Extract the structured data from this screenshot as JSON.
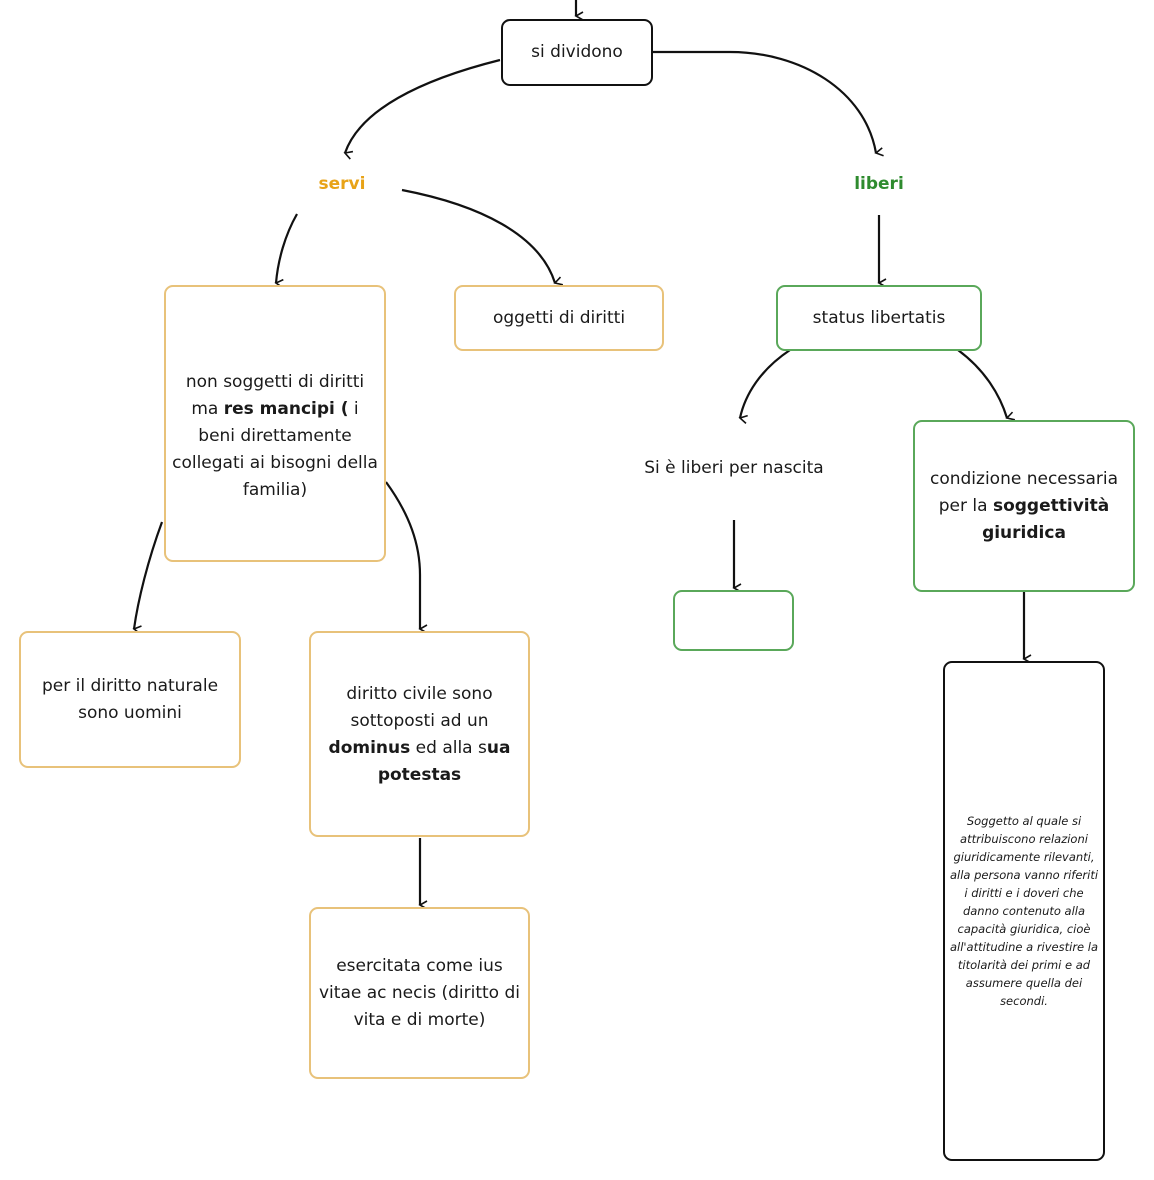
{
  "colors": {
    "edge": "#111111",
    "servi": "#e8a317",
    "liberi": "#2e8b2e",
    "orange_border": "#e8c27a",
    "green_border": "#5aa85a"
  },
  "root": {
    "label": "si dividono"
  },
  "servi": {
    "label": "servi",
    "oggetti": "oggetti di diritti",
    "non_soggetti": {
      "p1": "non soggetti di diritti ma ",
      "b1": "res mancipi (",
      "p2": " i beni direttamente collegati ai bisogni della familia)"
    },
    "naturale": "per il diritto naturale sono uomini",
    "civile": {
      "p1": "diritto civile sono sottoposti ad un ",
      "b1": "dominus",
      "p2": " ed alla s",
      "b2": "ua potestas"
    },
    "ius": "esercitata come ius vitae ac necis (diritto di vita e di morte)"
  },
  "liberi": {
    "label": "liberi",
    "status": "status libertatis",
    "nascita": "Si è liberi per nascita",
    "empty_box": "",
    "condizione": {
      "p1": "condizione necessaria per la ",
      "b1": "soggettività giuridica"
    },
    "soggetto": "Soggetto al quale si attribuiscono relazioni giuridicamente rilevanti, alla persona vanno riferiti i diritti e i doveri che danno contenuto alla capacità giuridica, cioè all'attitudine a rivestire la titolarità dei primi e ad assumere quella dei secondi."
  }
}
